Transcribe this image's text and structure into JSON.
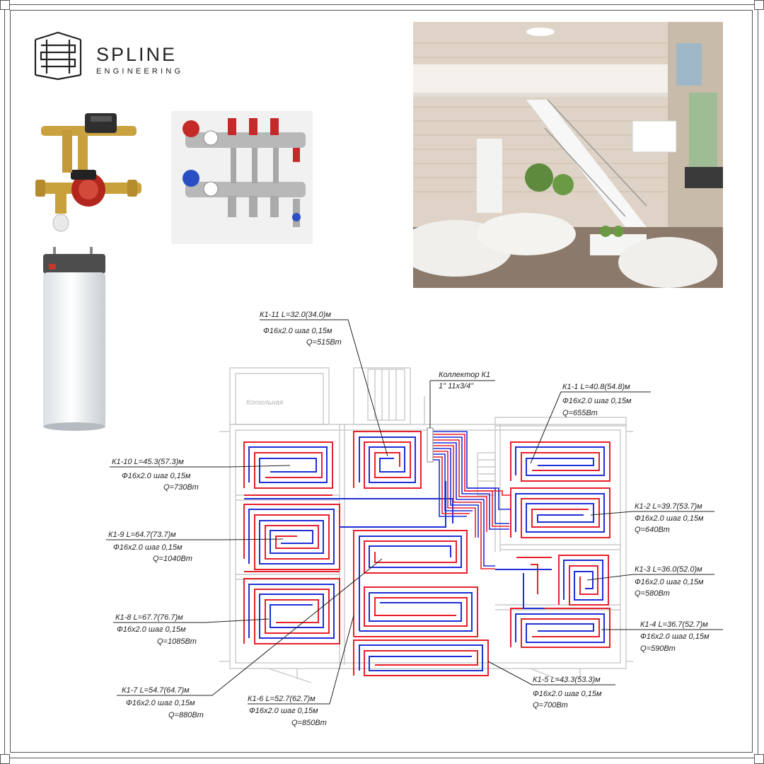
{
  "brand": {
    "title": "SPLINE",
    "subtitle": "ENGINEERING"
  },
  "colors": {
    "supply": "#e8202a",
    "return": "#1f2fd8",
    "wall": "#c9c9c9",
    "leader": "#222222",
    "frame": "#555555"
  },
  "plan": {
    "boiler_room_label": "Котельная",
    "collector": {
      "line1": "Коллектор К1",
      "line2": "1\" 11х3/4\""
    },
    "circuits": [
      {
        "id": "K1-11",
        "title": "К1-11  L=32.0(34.0)м",
        "pipe": "Ф16х2.0  шаг 0,15м",
        "q": "Q=515Вт"
      },
      {
        "id": "K1-1",
        "title": "К1-1  L=40.8(54.8)м",
        "pipe": "Ф16х2.0  шаг 0,15м",
        "q": "Q=655Вт"
      },
      {
        "id": "K1-10",
        "title": "К1-10  L=45.3(57.3)м",
        "pipe": "Ф16х2.0  шаг 0,15м",
        "q": "Q=730Вт"
      },
      {
        "id": "K1-2",
        "title": "К1-2  L=39.7(53.7)м",
        "pipe": "Ф16х2.0  шаг 0,15м",
        "q": "Q=640Вт"
      },
      {
        "id": "K1-9",
        "title": "К1-9  L=64.7(73.7)м",
        "pipe": "Ф16х2.0  шаг 0,15м",
        "q": "Q=1040Вт"
      },
      {
        "id": "K1-3",
        "title": "К1-3  L=36.0(52.0)м",
        "pipe": "Ф16х2.0  шаг 0,15м",
        "q": "Q=580Вт"
      },
      {
        "id": "K1-8",
        "title": "К1-8  L=67.7(76.7)м",
        "pipe": "Ф16х2.0  шаг 0,15м",
        "q": "Q=1085Вт"
      },
      {
        "id": "K1-4",
        "title": "К1-4  L=36.7(52.7)м",
        "pipe": "Ф16х2.0  шаг 0,15м",
        "q": "Q=590Вт"
      },
      {
        "id": "K1-7",
        "title": "К1-7  L=54.7(64.7)м",
        "pipe": "Ф16х2.0  шаг 0,15м",
        "q": "Q=880Вт"
      },
      {
        "id": "K1-6",
        "title": "К1-6  L=52.7(62.7)м",
        "pipe": "Ф16х2.0  шаг 0,15м",
        "q": "Q=850Вт"
      },
      {
        "id": "K1-5",
        "title": "К1-5  L=43.3(53.3)м",
        "pipe": "Ф16х2.0  шаг 0,15м",
        "q": "Q=700Вт"
      }
    ]
  }
}
